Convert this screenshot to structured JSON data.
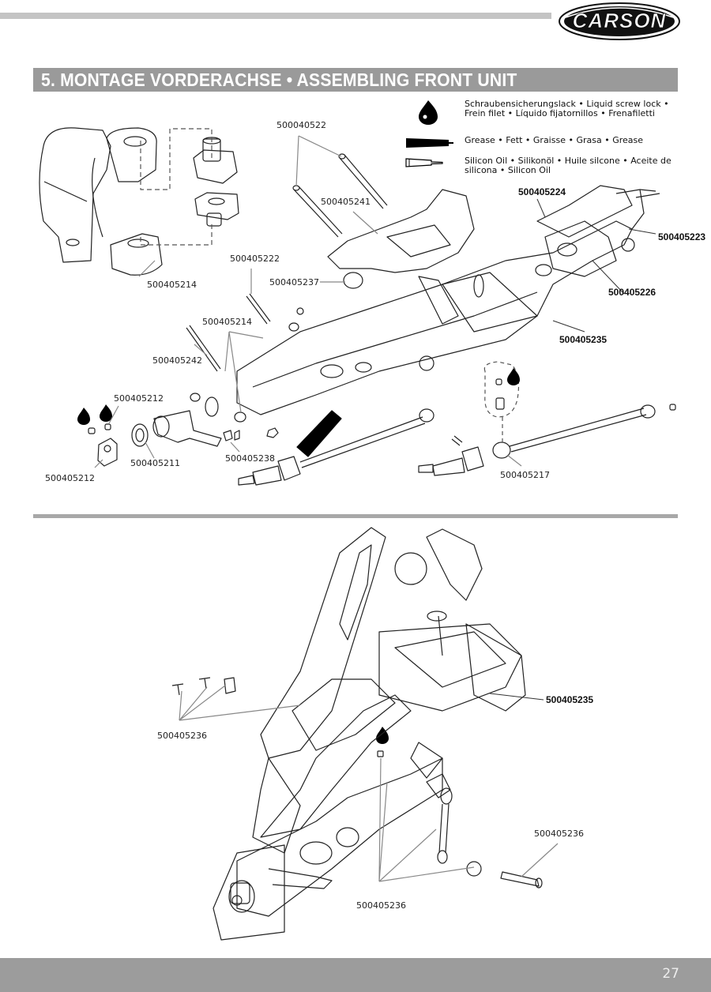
{
  "brand": {
    "logo_text": "CARSON"
  },
  "section": {
    "title": "5. MONTAGE VORDERACHSE • ASSEMBLING FRONT UNIT"
  },
  "legend": {
    "items": [
      {
        "icon": "liquid-screw-lock-drop-icon",
        "text": "Schraubensicherungslack • Liquid screw lock • Frein filet • Líquido fijatornillos • Frenafiletti"
      },
      {
        "icon": "grease-tube-icon",
        "text": "Grease • Fett • Graisse • Grasa • Grease"
      },
      {
        "icon": "silicon-oil-tube-icon",
        "text": "Silicon Oil • Silikonöl • Huile silcone • Aceite de silicona • Silicon Oil"
      }
    ]
  },
  "upper_diagram": {
    "part_labels": [
      "500040522",
      "500405241",
      "500405224",
      "500405223",
      "500405226",
      "500405235",
      "500405214",
      "500405222",
      "500405237",
      "500405214",
      "500405242",
      "500405212",
      "500405212",
      "500405211",
      "500405238",
      "500405217"
    ]
  },
  "lower_diagram": {
    "part_labels": [
      "500405235",
      "500405236",
      "500405236",
      "500405236"
    ]
  },
  "footer": {
    "page_number": "27"
  }
}
